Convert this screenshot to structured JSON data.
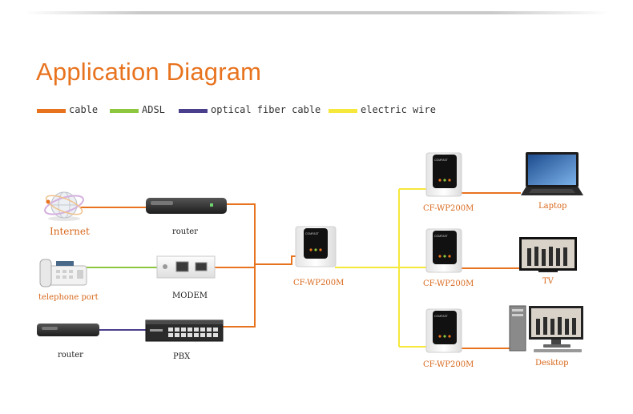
{
  "title": "Application Diagram",
  "legend": [
    {
      "label": "cable",
      "color": "#e8731f"
    },
    {
      "label": "ADSL",
      "color": "#8dc63f"
    },
    {
      "label": "optical fiber cable",
      "color": "#4a3f8c"
    },
    {
      "label": "electric wire",
      "color": "#f5e83a"
    }
  ],
  "labels": {
    "internet": "Internet",
    "router_top": "router",
    "telephone": "telephone port",
    "modem": "MODEM",
    "router_bottom": "router",
    "pbx": "PBX",
    "center_adapter": "CF-WP200M",
    "adapter_1": "CF-WP200M",
    "adapter_2": "CF-WP200M",
    "adapter_3": "CF-WP200M",
    "laptop": "Laptop",
    "tv": "TV",
    "desktop": "Desktop",
    "brand": "COMFAST"
  },
  "colors": {
    "title": "#e8731f",
    "cable": "#e8731f",
    "adsl": "#8dc63f",
    "fiber": "#4a3f8c",
    "electric": "#f5e83a"
  }
}
